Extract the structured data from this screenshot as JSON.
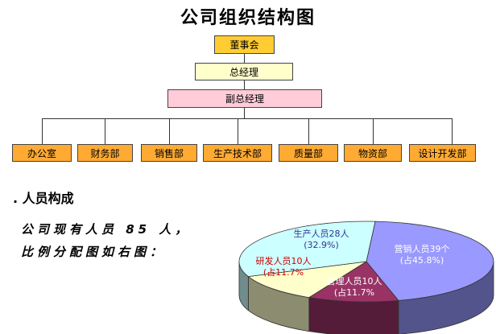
{
  "title": "公司组织结构图",
  "org": {
    "board": "董事会",
    "general_manager": "总经理",
    "deputy_manager": "副总经理",
    "departments": [
      "办公室",
      "财务部",
      "销售部",
      "生产技术部",
      "质量部",
      "物资部",
      "设计开发部"
    ]
  },
  "staff": {
    "heading": ". 人员构成",
    "line1": "公司现有人员 85 人，",
    "line2": "比例分配图如右图："
  },
  "chart_data": {
    "type": "pie",
    "title": "",
    "total": 85,
    "slices": [
      {
        "name": "营销人员",
        "count": 39,
        "share": 45.8,
        "label": "营销人员39个",
        "share_label": "(占45.8%)",
        "color": "#9999ff"
      },
      {
        "name": "管理人员",
        "count": 10,
        "share": 11.7,
        "label": "管理人员10人",
        "share_label": "(占11.7%",
        "color": "#993366"
      },
      {
        "name": "研发人员",
        "count": 10,
        "share": 11.7,
        "label": "研发人员10人",
        "share_label": "(占11.7%",
        "color": "#ffffcc"
      },
      {
        "name": "生产人员",
        "count": 28,
        "share": 32.9,
        "label": "生产人员28人",
        "share_label": "(32.9%)",
        "color": "#ccffff"
      }
    ]
  }
}
